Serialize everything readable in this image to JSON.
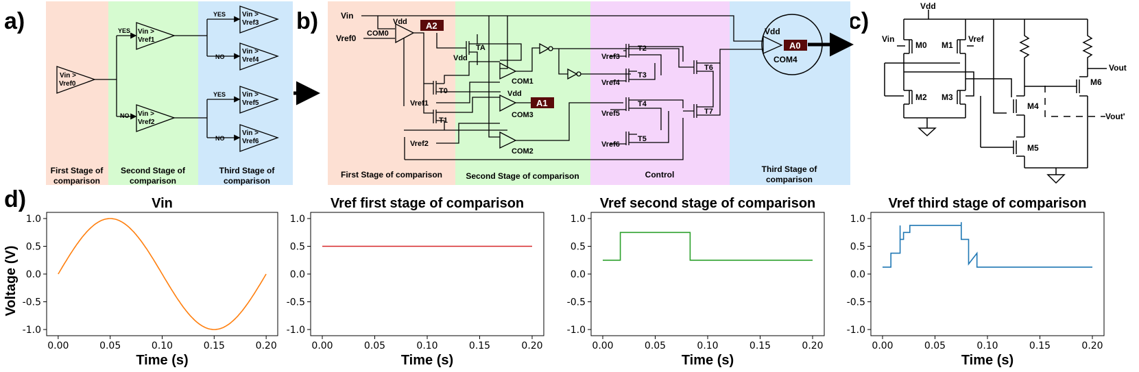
{
  "panel_letters": {
    "a": "a)",
    "b": "b)",
    "c": "c)",
    "d": "d)"
  },
  "colors": {
    "stage1": "#fde0d3",
    "stage2": "#d6fbd0",
    "control": "#f5d5fb",
    "stage3": "#cfe8fb",
    "vin_line": "#ff7f0e",
    "vref1_line": "#d62728",
    "vref2_line": "#2ca02c",
    "vref3_line": "#1f77b4",
    "output_tag": "#5a0a0a"
  },
  "panel_a": {
    "comparators": {
      "root": "Vin >\nVref0",
      "upper": "Vin >\nVref1",
      "lower": "Vin >\nVref2",
      "c3": "Vin >\nVref3",
      "c4": "Vin >\nVref4",
      "c5": "Vin >\nVref5",
      "c6": "Vin >\nVref6"
    },
    "branch": {
      "yes": "YES",
      "no": "NO"
    },
    "stages": [
      "First Stage of\ncomparison",
      "Second Stage of\ncomparison",
      "Third Stage of\ncomparison"
    ]
  },
  "panel_b": {
    "signals": {
      "vin": "Vin",
      "vref0": "Vref0",
      "vref1": "Vref1",
      "vref2": "Vref2",
      "vref3": "Vref3",
      "vref4": "Vref4",
      "vref5": "Vref5",
      "vref6": "Vref6",
      "vdd": "Vdd"
    },
    "comparators": {
      "com0": "COM0",
      "com1": "COM1",
      "com2": "COM2",
      "com3": "COM3",
      "com4": "COM4"
    },
    "transistors": {
      "ta": "TA",
      "t0": "T0",
      "t1": "T1",
      "t2": "T2",
      "t3": "T3",
      "t4": "T4",
      "t5": "T5",
      "t6": "T6",
      "t7": "T7"
    },
    "outputs": {
      "a0": "A0",
      "a1": "A1",
      "a2": "A2"
    },
    "regions": [
      "First Stage of comparison",
      "Second Stage of comparison",
      "Control",
      "Third Stage of\ncomparison"
    ]
  },
  "panel_c": {
    "labels": {
      "vdd": "Vdd",
      "vin": "Vin",
      "vref": "Vref",
      "vout": "Vout",
      "vout_prime": "Vout'"
    },
    "transistors": [
      "M0",
      "M1",
      "M2",
      "M3",
      "M4",
      "M5",
      "M6"
    ]
  },
  "chart_data": [
    {
      "type": "line",
      "title": "Vin",
      "xlabel": "Time (s)",
      "ylabel": "Voltage (V)",
      "xlim": [
        0,
        0.2
      ],
      "ylim": [
        -1,
        1
      ],
      "xticks": [
        "0.00",
        "0.05",
        "0.10",
        "0.15",
        "0.20"
      ],
      "yticks": [
        "1.0",
        "0.5",
        "0.0",
        "-0.5",
        "-1.0"
      ],
      "series": [
        {
          "function": "sin",
          "amplitude": 1,
          "frequency_hz": 5,
          "x": [
            0,
            0.2
          ],
          "color": "#ff7f0e"
        }
      ]
    },
    {
      "type": "line",
      "title": "Vref first stage of comparison",
      "xlabel": "Time (s)",
      "ylabel": "",
      "xlim": [
        0,
        0.2
      ],
      "ylim": [
        -1,
        1
      ],
      "xticks": [
        "0.00",
        "0.05",
        "0.10",
        "0.15",
        "0.20"
      ],
      "yticks": [
        "1.0",
        "0.5",
        "0.0",
        "-0.5",
        "-1.0"
      ],
      "series": [
        {
          "x": [
            0,
            0.2
          ],
          "y": [
            0.5,
            0.5
          ],
          "color": "#d62728"
        }
      ]
    },
    {
      "type": "line",
      "title": "Vref second stage of comparison",
      "xlabel": "Time (s)",
      "ylabel": "",
      "xlim": [
        0,
        0.2
      ],
      "ylim": [
        -1,
        1
      ],
      "xticks": [
        "0.00",
        "0.05",
        "0.10",
        "0.15",
        "0.20"
      ],
      "yticks": [
        "1.0",
        "0.5",
        "0.0",
        "-0.5",
        "-1.0"
      ],
      "series": [
        {
          "x": [
            0,
            0.0167,
            0.0167,
            0.0833,
            0.0833,
            0.2
          ],
          "y": [
            0.25,
            0.25,
            0.75,
            0.75,
            0.25,
            0.25
          ],
          "color": "#2ca02c"
        }
      ]
    },
    {
      "type": "line",
      "title": "Vref third stage of comparison",
      "xlabel": "Time (s)",
      "ylabel": "",
      "xlim": [
        0,
        0.2
      ],
      "ylim": [
        -1,
        1
      ],
      "xticks": [
        "0.00",
        "0.05",
        "0.10",
        "0.15",
        "0.20"
      ],
      "yticks": [
        "1.0",
        "0.5",
        "0.0",
        "-0.5",
        "-1.0"
      ],
      "series": [
        {
          "x": [
            0,
            0.008,
            0.008,
            0.0167,
            0.0167,
            0.0167,
            0.02,
            0.02,
            0.026,
            0.026,
            0.075,
            0.075,
            0.075,
            0.082,
            0.082,
            0.082,
            0.09,
            0.09,
            0.2
          ],
          "y": [
            0.125,
            0.125,
            0.375,
            0.375,
            0.875,
            0.625,
            0.625,
            0.75,
            0.75,
            0.875,
            0.875,
            0.935,
            0.625,
            0.625,
            0.375,
            0.18,
            0.375,
            0.125,
            0.125
          ],
          "color": "#1f77b4"
        }
      ]
    }
  ]
}
